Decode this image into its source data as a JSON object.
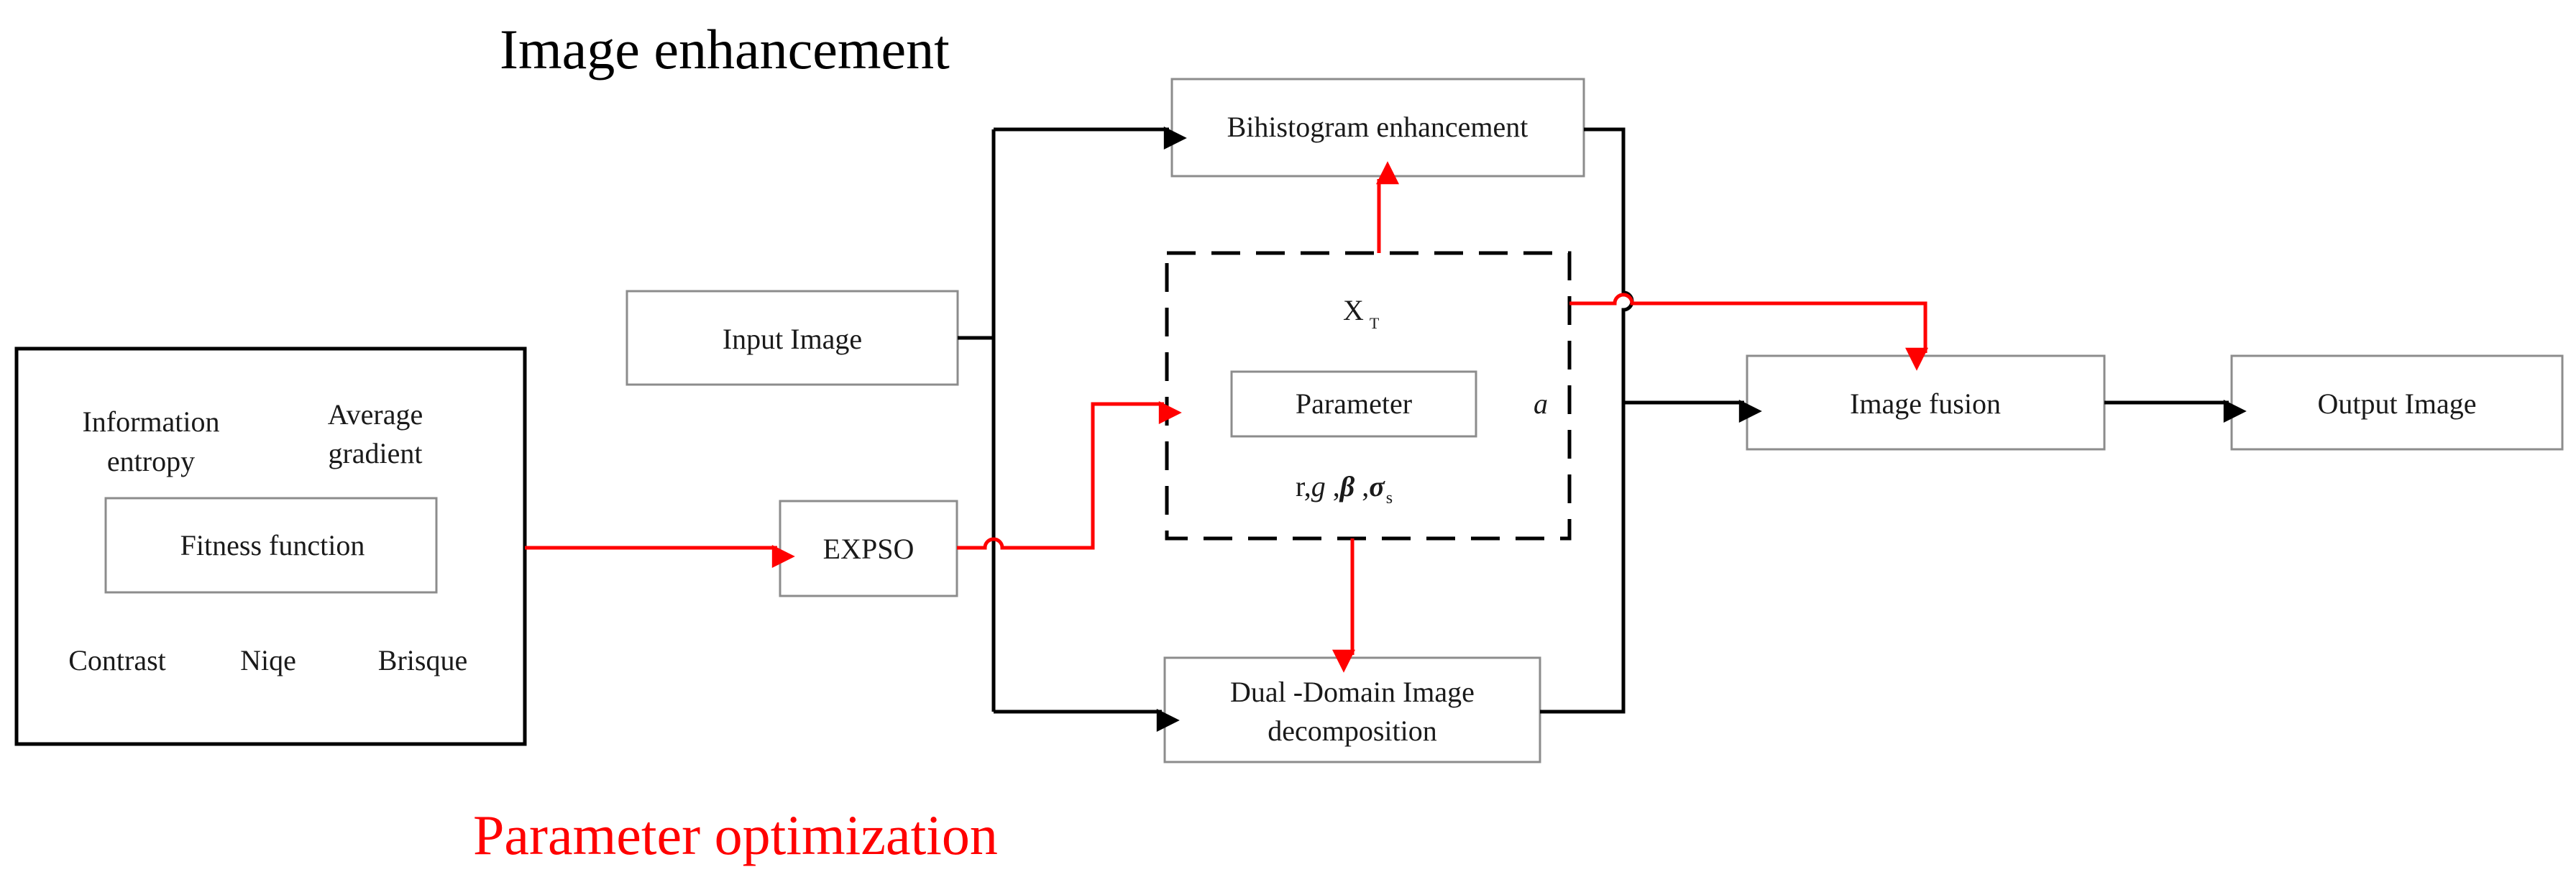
{
  "titles": {
    "image_enhancement": "Image enhancement",
    "parameter_optimization": "Parameter optimization"
  },
  "fitness_panel": {
    "information_entropy": [
      "Information",
      "entropy"
    ],
    "average_gradient": [
      "Average",
      "gradient"
    ],
    "fitness_function": "Fitness function",
    "contrast": "Contrast",
    "niqe": "Niqe",
    "brisque": "Brisque"
  },
  "nodes": {
    "input_image": "Input Image",
    "expso": "EXPSO",
    "bihistogram": "Bihistogram enhancement",
    "dual_domain": [
      "Dual -Domain Image",
      "decomposition"
    ],
    "image_fusion": "Image fusion",
    "output_image": "Output Image"
  },
  "parameter_block": {
    "label": "Parameter",
    "x_t": "X",
    "x_t_sub": "T",
    "alpha": "a",
    "params": [
      "r,",
      "g",
      " ,",
      "β",
      " ,",
      "σ",
      "s"
    ]
  },
  "colors": {
    "control_flow": "#ff0000",
    "data_flow": "#000000",
    "title_optimization": "#ff0000",
    "title_enhancement": "#000000"
  }
}
